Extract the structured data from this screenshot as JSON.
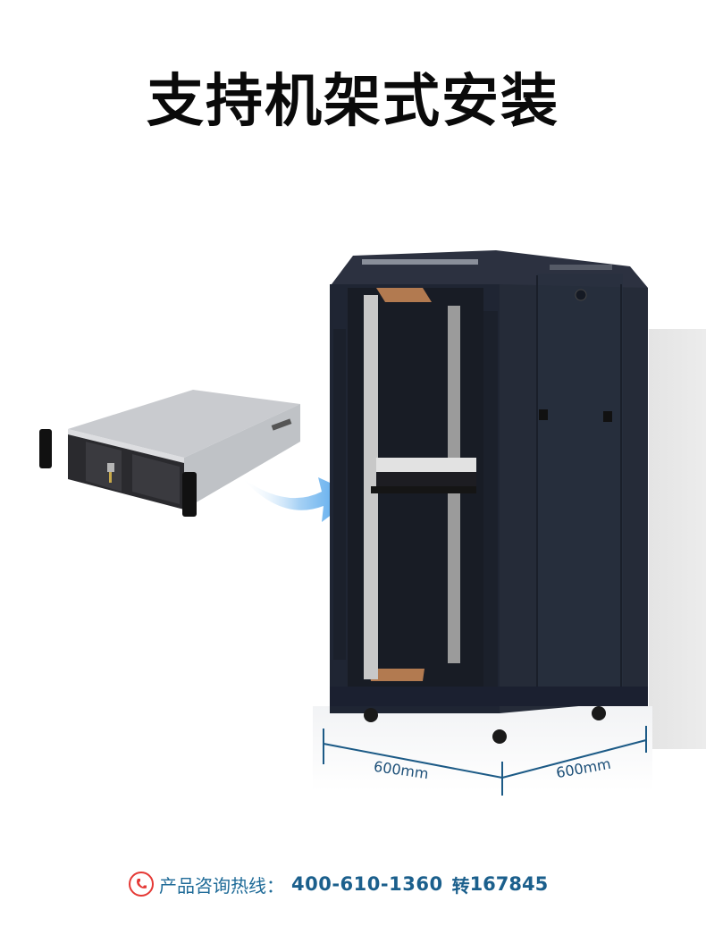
{
  "header": {
    "title": "支持机架式安装"
  },
  "illustration": {
    "server_label": "2U rackmount server chassis",
    "arrow_label": "insert-into-rack arrow",
    "cabinet_label": "network rack cabinet",
    "dimensions": {
      "width": "600mm",
      "depth": "600mm"
    }
  },
  "footer": {
    "icon": "phone-icon",
    "hotline_label": "产品咨询热线：",
    "phone_number": "400-610-1360",
    "ext_label": "转",
    "ext_number": "167845"
  },
  "colors": {
    "title": "#0a0a0a",
    "dimension": "#1c4f78",
    "hotline_text": "#1b5f8c",
    "phone_icon": "#e53935",
    "arrow": "#3d9be9",
    "cabinet": "#1f2533"
  }
}
